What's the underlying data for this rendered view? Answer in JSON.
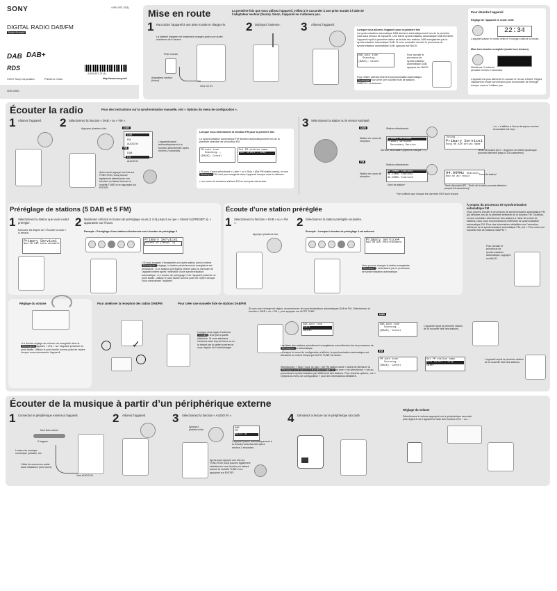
{
  "header": {
    "brand": "SONY",
    "part_number": "4-691-621-21(1)",
    "product_title": "DIGITAL RADIO DAB/FM",
    "mode_badge": "Mode d’emploi",
    "logo_dab": "DAB",
    "logo_dabplus": "DAB+",
    "logo_rds": "RDS",
    "barcode_number": "4-691-621-21 (1)",
    "copyright": "©2017 Sony Corporation",
    "printed": "Printed in China",
    "website": "http://www.sony.net/",
    "model": "XDR-V20D"
  },
  "mise": {
    "title": "Mise en route",
    "intro": "La première fois que vous utilisez l’appareil, veillez à le raccorder à une prise murale à l’aide de l’adaptateur secteur (fourni). Sinon, l’appareil ne s’allumera pas.",
    "step1_num": "1",
    "step1_text": "Raccordez l’appareil à une prise murale et chargez-le.",
    "step1_sub": "La batterie intégrée est totalement chargée après une durée maximum de 6 heures.",
    "label_prise": "Prise murale",
    "label_adapt": "Adaptateur secteur (fourni)",
    "label_dcin": "Vers DC IN",
    "step2_num": "2",
    "step2_text": "Déployez l’antenne.",
    "step3_num": "3",
    "step3_text": "Allumez l’appareil.",
    "note_title": "Lorsque vous allumez l’appareil pour la première fois",
    "note_text": "La synchronisation automatique DAB démarre automatiquement lors de la première mise sous tension de l’appareil. Une fois la synchronisation automatique DAB terminée, l’appareil reçoit la première station de la liste des stations DAB enregistrées par la synchronisation automatique DAB. Si vous souhaitez annuler le processus de synchronisation automatique DAB, appuyez sur BACK.",
    "lcd_line1": "DAB auto tune",
    "lcd_line2": "Scanning...",
    "lcd_line3": "[BACK]: Cancel",
    "side_note": "Pour annuler le processus de synchronisation automatique DAB, appuyez sur BACK.",
    "remarque_label": "Remarque",
    "remarque_text": "Pour refaire ultérieurement la synchronisation automatique DAB, voir « Pour créer une nouvelle liste de stations DAB/FM » ci-dessous.",
    "off_title": "Pour éteindre l’appareil",
    "off_sub1": "Réglage de l’appareil en mode veille",
    "off_clock": "22:34",
    "off_text1": "L’appareil passe en mode veille et l’horloge s’affiche à l’écran.",
    "off_sub2": "Mise hors tension complète (mode hors tension)",
    "off_hold": "Maintenez ⏻ enfoncé pendant environ 2 secondes.",
    "off_text2": "L’appareil est plus alimenté en courant et l’écran s’éteint. Réglez l’appareil en mode hors tension pour économiser de l’énergie lorsque vous ne l’utilisez pas."
  },
  "radio": {
    "title": "Écouter la radio",
    "intro": "Pour des instructions sur la synchronisation manuelle, voir « Options du menu de configuration ».",
    "step1_num": "1",
    "step1_text": "Allumez l’appareil.",
    "step2_num": "2",
    "step2_text": "Sélectionnez la fonction « DAB » ou « FM ».",
    "press_many": "Appuyez plusieurs fois.",
    "fn_dab": "DAB",
    "fn_fm": "FM",
    "fn_audioin": "AUDIO IN",
    "after2s": "L’appareil passe automatiquement à la fonction sélectionnée après environ 2 secondes.",
    "after_fn": "Après avoir appuyé une fois sur FUNCTION, vous pouvez également sélectionner une fonction en faisant tourner la molette TUNE et en appuyant sur ENTER.",
    "fm_note_title": "Lorsque vous sélectionnez la fonction FM pour la première fois",
    "fm_note_text": "La synchronisation automatique FM démarre automatiquement lors de la première sélection de la fonction FM.",
    "fm_lcd_a1": "FM auto tune",
    "fm_lcd_a2": "Scanning...",
    "fm_lcd_a3": "[BACK]: Cancel",
    "fm_lcd_b1": "Set FM station name",
    "fm_lcd_b2": "Your Select > Skip",
    "remarque_label": "Remarque",
    "fm_rem1": "• Si vous n’avez sélectionné « Later » ou « Skip » (Set FM station name), le nom de la station FM n’est pas enregistré dans l’appareil lorsque vous le rallumez.",
    "fm_rem2": "• Les noms de certaines stations FM ne sont pas mémorisés.",
    "step3_num": "3",
    "step3_text": "Sélectionnez la station ou le service souhaité.",
    "dab_tag": "DAB",
    "lbl_station_select": "Station sélectionnée",
    "lbl_station_reception": "Station en cours de réception",
    "lcd_dab1": "Primary Service1",
    "lcd_dab2": "Primary Service2",
    "lcd_dab3": "Secondary Service",
    "lbl_secondary": "Service secondaire (après la marque « ») ",
    "lbl_volume": "« ⊳ » s’affiche à l’écran lorsqu’un service secondaire est reçu.",
    "lbl_scroll": "Texte déroulant (DLS : Segment de libellé dynamique pouvant atteindre jusqu’à 128 caractères)",
    "lcd_dab_big": "Primary Service1",
    "lcd_dab_small": "Tuning...",
    "lcd_dab_scroll": "Song ON AIR artist name",
    "fm_tag": "FM",
    "lcd_fm1": "88.00MHz Station1",
    "lcd_fm2": "98.10MHz Station2",
    "lcd_fm3": "99.80MHz Station3",
    "lbl_station_name": "Nom de station*",
    "lcd_fm_big": "94.00MHz",
    "lcd_fm_st": "Station1",
    "lcd_fm_scroll": "Now on air music",
    "lbl_fm_scroll": "Texte déroulant (RT : Texte de la radio pouvant atteindre jusqu’à 64 caractères)*",
    "footnote": "* Ne s’affiche que lorsque les données RDS sont reçues."
  },
  "preset": {
    "title": "Préréglage de stations (5 DAB et 5 FM)",
    "step1_num": "1",
    "step1_text": "Sélectionnez la station que vous voulez prérégler.",
    "step1_sub": "Exécutez les étapes de « Écouter la radio » ci-dessus.",
    "lcd_a1": "Primary Service1",
    "lcd_a2": "Now ON AIR entertainment",
    "step2_num": "2",
    "step2_text": "Maintenez enfoncé le bouton de préréglage voulu (1 à 5) jusqu’à ce que « Stored to [PRESET x]. » apparaisse sur l’écran.",
    "example": "Exemple : Préréglage d’une station sélectionnée sur le bouton de préréglage 3",
    "lcd_b1": "Primary Service1",
    "lcd_b2": "Stored to [PRESET 3].",
    "remarques_label": "Remarques",
    "rem_text": "• Si vous essayez d’enregistrer une autre station avec le même numéro de préréglage, la station précédemment enregistrée est remplacée. • Les stations préréglées restent dans la mémoire de l’appareil même après l’extinction d’une synchronisation automatique. • Le bouton de préréglage 3 de l’appareil présente un point tactile. Utilisez le point tactile comme point de repère lorsque vous commandez l’appareil."
  },
  "ecoute": {
    "title": "Écoute d’une station préréglée",
    "step1_num": "1",
    "step1_text": "Sélectionnez la fonction « DAB » ou « FM ».",
    "press_many": "Appuyez plusieurs fois.",
    "step2_num": "2",
    "step2_text": "Sélectionnez la station préréglée souhaitée.",
    "example": "Exemple : Lorsque le bouton de préréglage 4 est actionné",
    "lcd1": "Primary Service4",
    "lcd2": "Now ON AIR entertainment",
    "remarque_label": "Remarque",
    "rem_text": "Vous pouvez changer la station enregistrée au préréglage sélectionné par le processus de synchronisation automatique.",
    "about_title": "À propos du processus de synchronisation automatique FM",
    "about_text": "Vous pouvez annuler le processus de synchronisation automatique FM qui démarre lors de la première sélection de la fonction FM. Toutefois, si vous souhaitez sélectionner des stations à l’aide de la liste de stations, nous vous recommandons d’effectuer la synchronisation automatique FM. Pour des informations détaillées sur l’exécution ultérieure de la synchronisation automatique FM, voir « Pour créer une nouvelle liste de stations DAB/FM ».",
    "about_side": "Pour annuler le processus de synchronisation automatique, appuyez sur BACK."
  },
  "volume": {
    "title": "Réglage du volume",
    "remarques_label": "Remarques",
    "rem_text": "• Le dernier réglage de volume est enregistré dans la mémoire de l’appareil. • VOL + sur l’appareil présente un point tactile. Utilisez le point tactile comme point de repère lorsque vous commandez l’appareil."
  },
  "improve": {
    "title": "Pour améliorer la réception des radios DAB/FM",
    "conseil_label": "Conseil",
    "conseil_text": "Lorsque vous réglez l’antenne, veillez à la tenir par la partie inférieure. Si vous saisissez l’antenne avec trop de force ou en la tenant par la partie supérieure, vous risquez de l’endommager."
  },
  "newlist": {
    "title": "Pour créer une nouvelle liste de stations DAB/FM",
    "intro": "Si vous avez changé de région, recommencez les synchronisations automatiques DAB et FM. Sélectionnez la fonction « DAB » ou « FM », puis appuyez sur AUTO TUNE.",
    "lcd_a1": "DAB auto tune",
    "lcd_a2": "Start",
    "lcd_a3": "Cancel",
    "remarques_label": "Remarques",
    "rem1": "Les listes des stations actuellement enregistrées sont effacées lors du processus de synchronisation automatique.",
    "rem2": "• Lorsque le menu de configuration s’affiche, la synchronisation automatique est démarrée en même temps que AUTO TUNE est activé.",
    "lcd_dab1": "DAB auto tune",
    "lcd_dab2": "Scanning...",
    "lcd_dab3": "[BACK]: Cancel",
    "side_dab": "L’appareil reçoit la première station de la nouvelle liste des stations.",
    "lcd_fm1": "FM auto tune",
    "lcd_fm2": "Scanning...",
    "lcd_fm3": "[BACK]: Cancel",
    "lcd_fm4": "Set FM station name",
    "lcd_fm5": "Your Select > Skip",
    "lcd_fm6": "Later",
    "side_fm": "L’appareil reçoit la première station de la nouvelle liste des stations.",
    "tag_dab": "DAB",
    "tag_fm": "FM",
    "rem_fm_title": "Remarque sur la synchronisation automatique FM",
    "rem_fm_text": "Sélectionnez « Skip » pour ne pas « Set FM station name » avant de démarrer la synchronisation automatique FM. Lorsque « Manual tune » est sélectionné, « set au processus la synchronisation par défilement des stations. Pour d’autres options, voir « Options du menu de configuration » pour des informations détaillées."
  },
  "externe": {
    "title": "Écouter de la musique à partir d’un périphérique externe",
    "step1_num": "1",
    "step1_text": "Connectez le périphérique externe à l’appareil.",
    "lbl_minifiche": "Mini fiche stéréo",
    "lbl_2bagues": "2 bagues",
    "lbl_lecteur": "Lecteur de musique numérique portable, etc.",
    "lbl_cable": "Câble de connexion audio sans résistance (non fourni)",
    "lbl_audioin": "Vers AUDIO IN",
    "step2_num": "2",
    "step2_text": "Allumez l’appareil.",
    "step3_num": "3",
    "step3_text": "Sélectionnez la fonction « AUDIO IN ».",
    "press_many": "Appuyez plusieurs fois.",
    "fn_dab": "DAB",
    "fn_fm": "FM",
    "fn_audioin": "AUDIO IN",
    "after2s": "L’appareil passe automatiquement à la fonction sélectionnée après environ 2 secondes.",
    "after_fn": "Après avoir appuyé une fois sur FUNCTION, vous pouvez également sélectionner une fonction en faisant tourner la molette TUNE et en appuyant sur ENTER.",
    "step4_num": "4",
    "step4_text": "Démarrez la lecture sur le périphérique raccordé.",
    "vol_title": "Réglage du volume",
    "vol_text": "Sélectionnez le volume approprié sur le périphérique raccordé, puis réglez-le sur l’appareil à l’aide des boutons VOL + ou –."
  }
}
